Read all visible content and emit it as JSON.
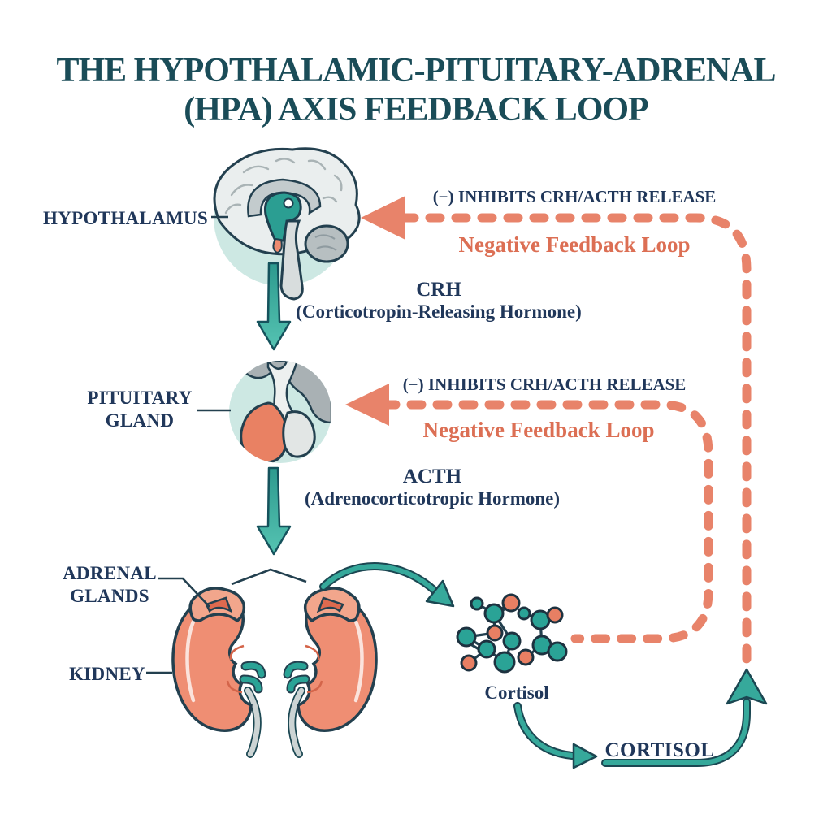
{
  "title": {
    "line1": "THE HYPOTHALAMIC-PITUITARY-ADRENAL",
    "line2": "(HPA) AXIS FEEDBACK LOOP"
  },
  "nodes": {
    "hypothalamus_label": "HYPOTHALAMUS",
    "pituitary_label_line1": "PITUITARY",
    "pituitary_label_line2": "GLAND",
    "adrenal_label_line1": "ADRENAL",
    "adrenal_label_line2": "GLANDS",
    "kidney_label": "KIDNEY",
    "cortisol_molecule_label": "Cortisol",
    "cortisol_release_label": "CORTISOL"
  },
  "hormones": {
    "crh_abbr": "CRH",
    "crh_full": "(Corticotropin-Releasing Hormone)",
    "acth_abbr": "ACTH",
    "acth_full": "(Adrenocorticotropic Hormone)"
  },
  "feedback": {
    "inhibit_top": "(−) INHIBITS CRH/ACTH RELEASE",
    "inhibit_mid": "(−) INHIBITS CRH/ACTH RELEASE",
    "loop_top": "Negative Feedback Loop",
    "loop_mid": "Negative Feedback Loop"
  },
  "icons": [
    "brain-icon",
    "pituitary-gland-icon",
    "kidneys-adrenal-icon",
    "cortisol-molecule-icon",
    "down-arrow-icon",
    "dashed-feedback-arrow-icon",
    "curved-arrow-icon"
  ],
  "colors": {
    "accent_teal": "#35a89b",
    "accent_teal_dark": "#1b4752",
    "accent_salmon": "#e8836a",
    "text_navy": "#20375a",
    "title_teal": "#1a4c58",
    "negative_loop_text": "#dc6f54",
    "node_circle_bg": "#cde8e3",
    "kidney_fill": "#ef8e73",
    "adrenal_fill": "#f2a68c",
    "background": "#ffffff"
  }
}
